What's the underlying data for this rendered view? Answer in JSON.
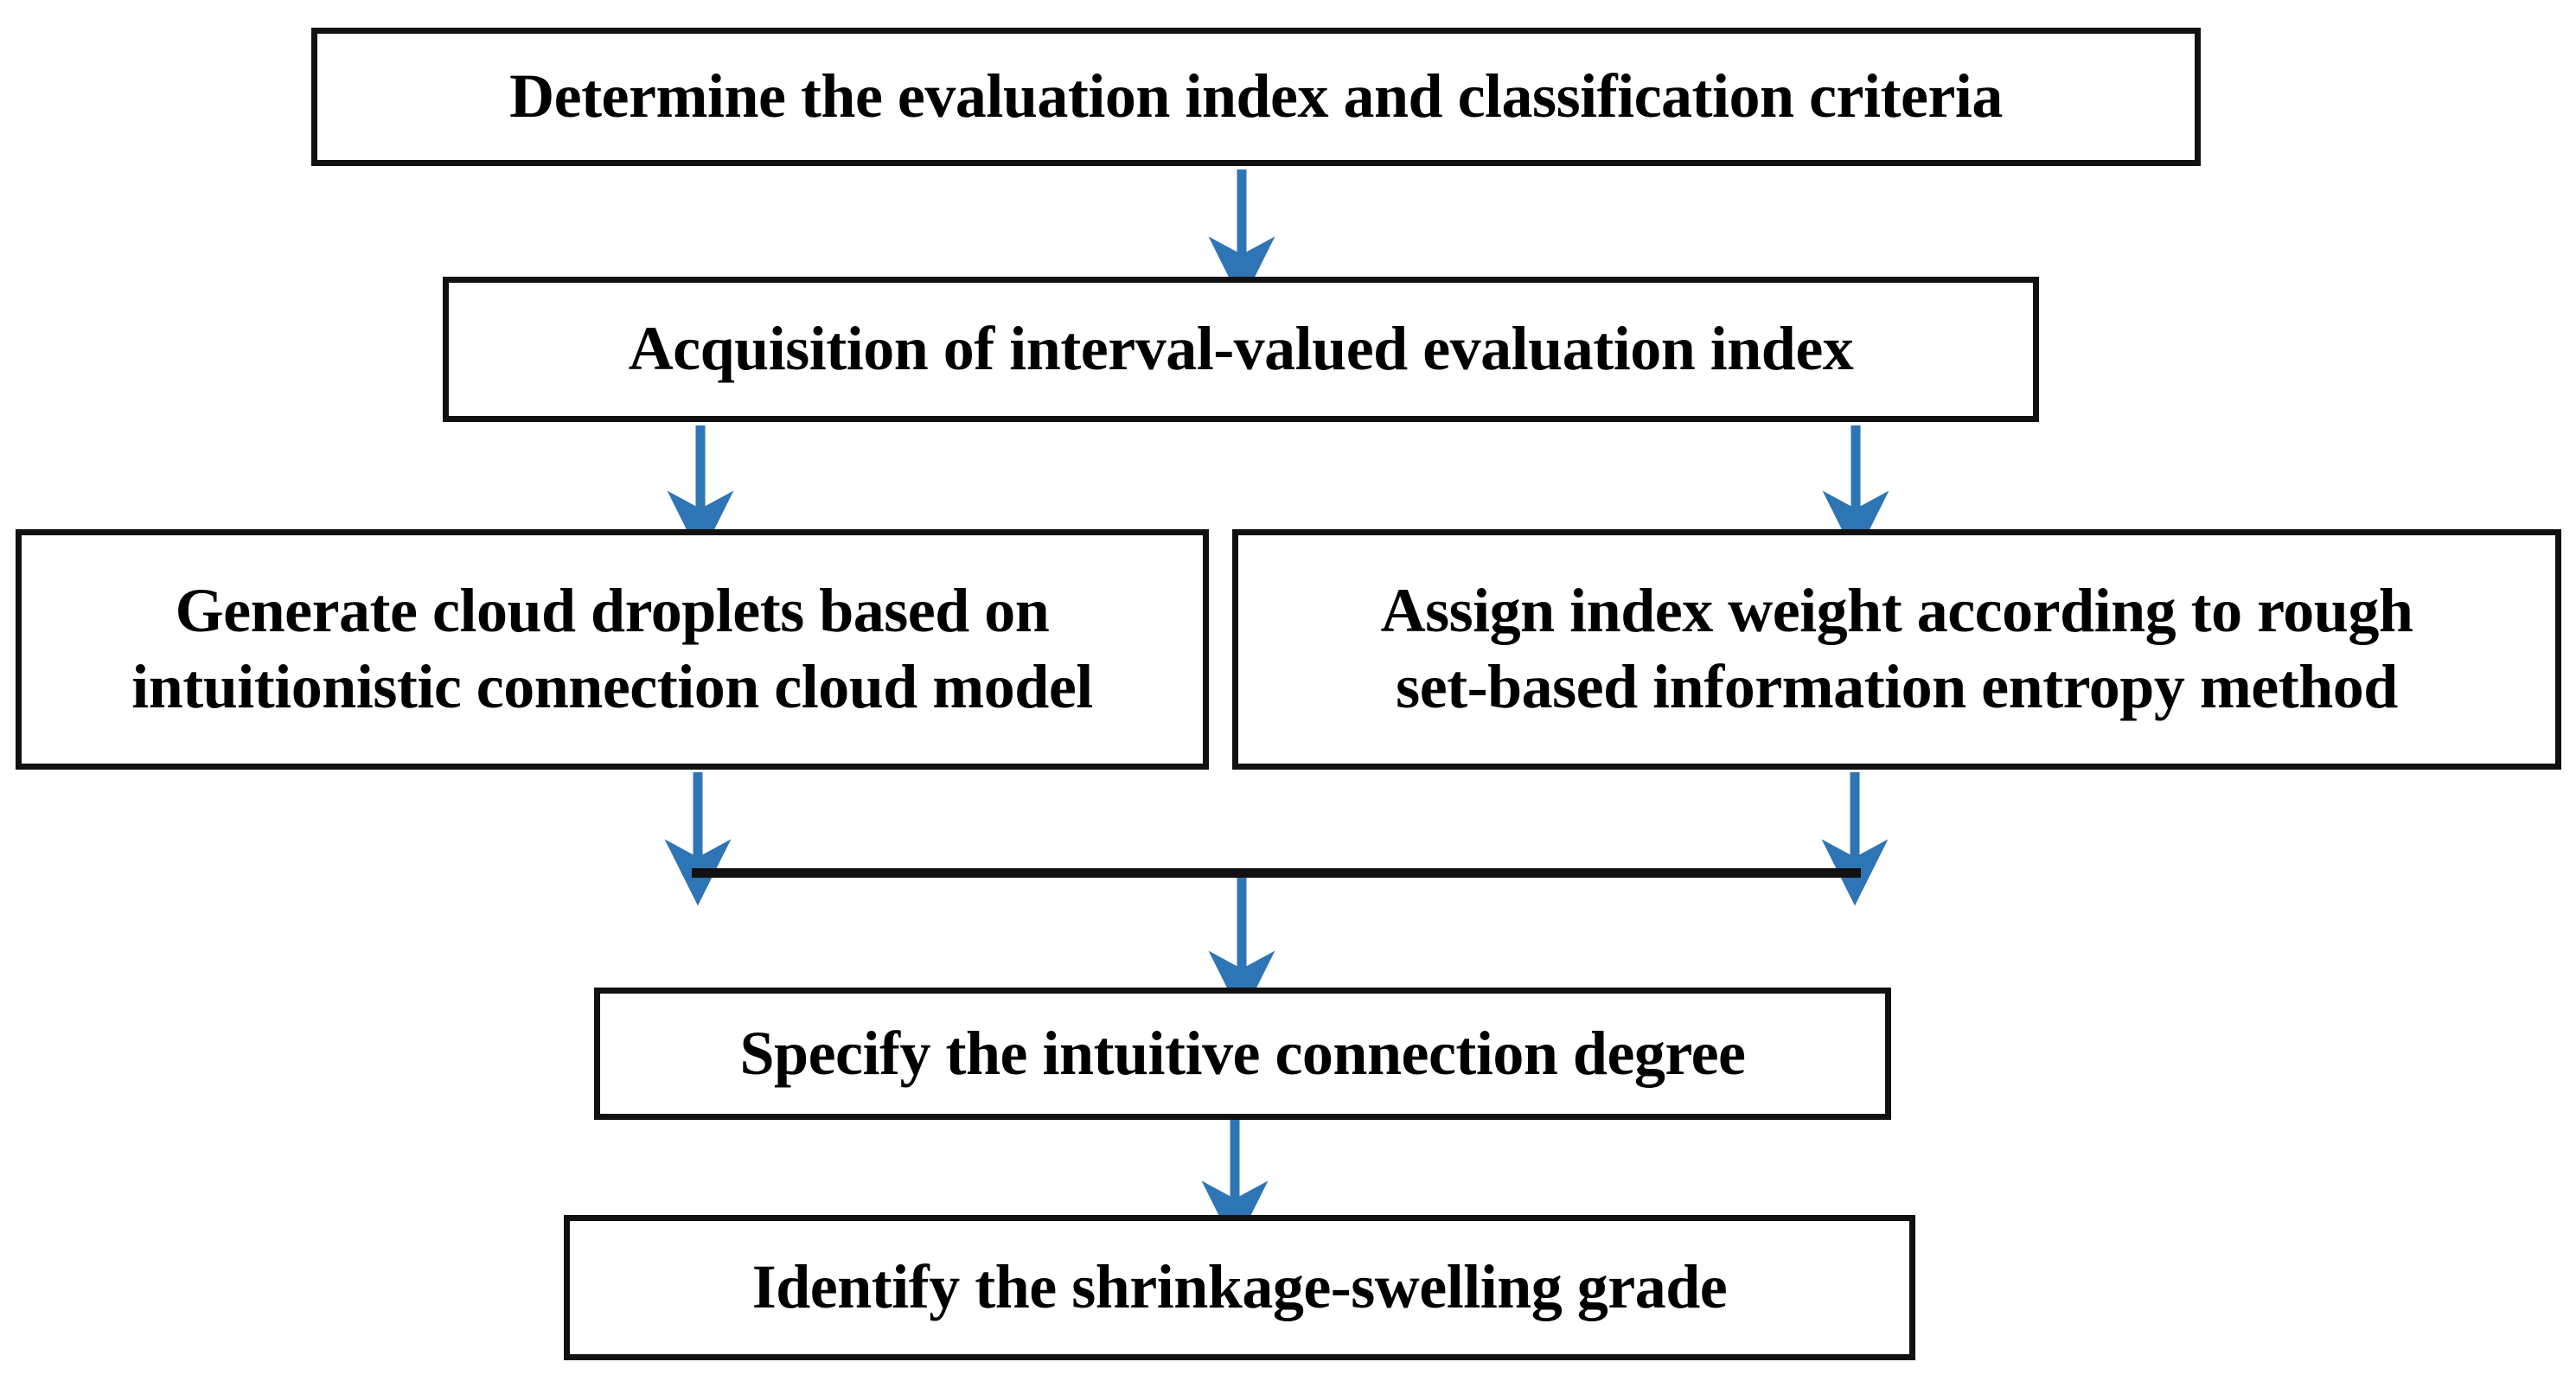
{
  "diagram": {
    "title": "Shrinkage-swelling grade evaluation flowchart",
    "type": "flowchart",
    "orientation": "top-to-bottom",
    "accent_color": "#2E75B6",
    "node_border_color": "#111111",
    "background_color": "#FFFFFF",
    "nodes": [
      {
        "id": "determine",
        "label": "Determine the evaluation index and classification criteria",
        "shape": "rectangle",
        "level": 1
      },
      {
        "id": "acquisition",
        "label": "Acquisition of interval-valued evaluation index",
        "shape": "rectangle",
        "level": 2
      },
      {
        "id": "cloud",
        "label": "Generate cloud droplets based on\nintuitionistic connection cloud model",
        "shape": "rectangle",
        "level": 3,
        "branch": "left"
      },
      {
        "id": "weight",
        "label": "Assign index weight according to rough\nset-based information entropy method",
        "shape": "rectangle",
        "level": 3,
        "branch": "right"
      },
      {
        "id": "degree",
        "label": "Specify the intuitive connection degree",
        "shape": "rectangle",
        "level": 4
      },
      {
        "id": "grade",
        "label": "Identify the shrinkage-swelling grade",
        "shape": "rectangle",
        "level": 5
      }
    ],
    "edges": [
      {
        "id": "e1",
        "from": "determine",
        "to": "acquisition",
        "style": "arrow",
        "color": "#2E75B6"
      },
      {
        "id": "e2",
        "from": "acquisition",
        "to": "cloud",
        "style": "arrow",
        "color": "#2E75B6"
      },
      {
        "id": "e3",
        "from": "acquisition",
        "to": "weight",
        "style": "arrow",
        "color": "#2E75B6"
      },
      {
        "id": "e4",
        "from": "cloud",
        "to": "merge-bar",
        "style": "arrow",
        "color": "#2E75B6"
      },
      {
        "id": "e5",
        "from": "weight",
        "to": "merge-bar",
        "style": "arrow",
        "color": "#2E75B6"
      },
      {
        "id": "e6",
        "from": "merge-bar",
        "to": "degree",
        "style": "arrow",
        "color": "#2E75B6"
      },
      {
        "id": "e7",
        "from": "degree",
        "to": "grade",
        "style": "arrow",
        "color": "#2E75B6"
      }
    ],
    "merge_bar": {
      "id": "merge-bar",
      "color": "#111111",
      "orientation": "horizontal"
    }
  }
}
